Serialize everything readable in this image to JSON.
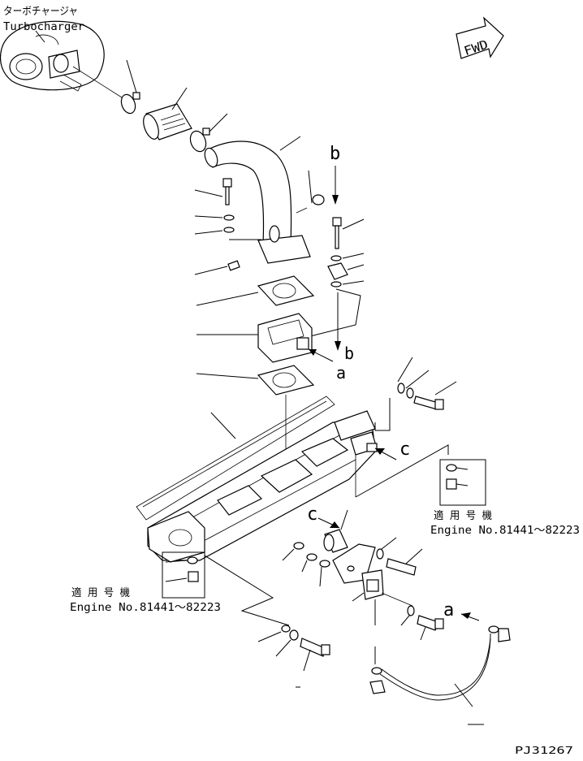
{
  "labels": {
    "turbo_jp": "ターボチャージャ",
    "turbo_en": "Turbocharger",
    "fwd": "FWD",
    "ref_b_top": "b",
    "ref_b_mid": "b",
    "ref_a_mid": "a",
    "ref_c_right": "c",
    "ref_c_left": "c",
    "ref_a_bottom": "a",
    "applic_right_jp": "適 用 号 機",
    "applic_right_en": "Engine No.81441～82223",
    "applic_left_jp": "適 用 号 機",
    "applic_left_en": "Engine No.81441～82223",
    "drawing_no": "PJ31267"
  },
  "colors": {
    "ink": "#000000",
    "paper": "#ffffff"
  }
}
